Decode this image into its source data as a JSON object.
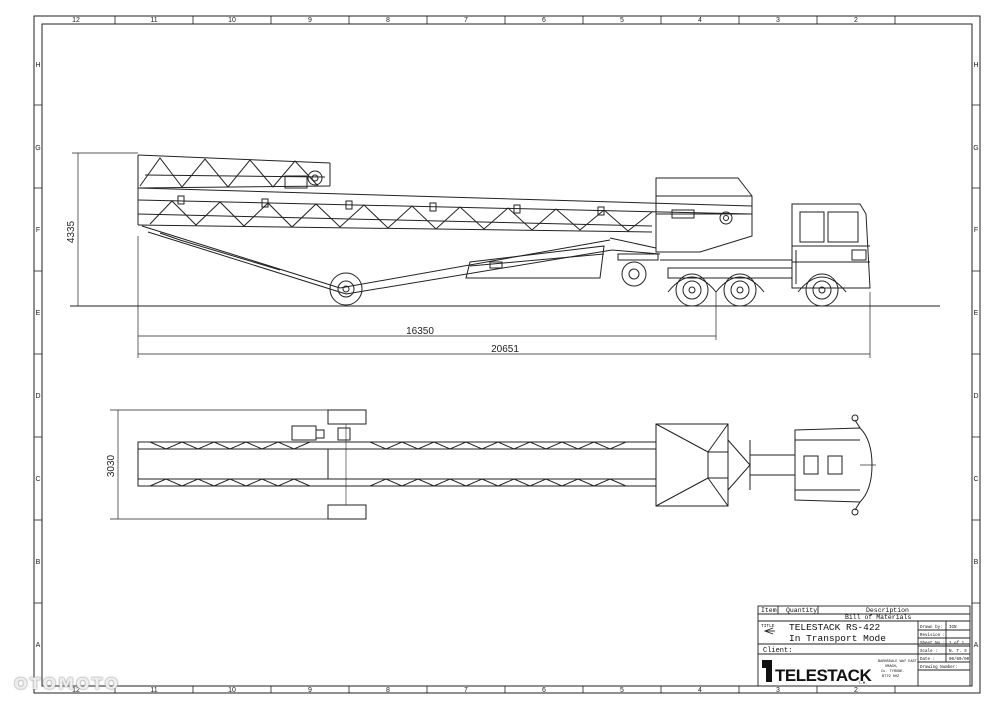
{
  "drawing": {
    "top_columns": [
      "12",
      "11",
      "10",
      "9",
      "8",
      "7",
      "6",
      "5",
      "4",
      "3",
      "2"
    ],
    "bottom_columns": [
      "12",
      "11",
      "10",
      "9",
      "8",
      "7",
      "6",
      "5",
      "4",
      "3",
      "2"
    ],
    "left_rows": [
      "H",
      "G",
      "F",
      "E",
      "D",
      "C",
      "B",
      "A"
    ],
    "right_rows": [
      "H",
      "G",
      "F",
      "E",
      "D",
      "C",
      "B",
      "A"
    ]
  },
  "dimensions": {
    "height_side": "4335",
    "length_axle": "16350",
    "length_total": "20651",
    "width_plan": "3030"
  },
  "title_block": {
    "header_item": "Item",
    "header_quantity": "Quantity",
    "header_description": "Description",
    "bill_of_materials": "Bill of Materials",
    "title_label": "TITLE",
    "title_line1": "TELESTACK  RS-422",
    "title_line2": "In Transport Mode",
    "client_label": "Client:",
    "logo_text": "TELESTACK",
    "tm": "T.M.",
    "address_line1": "BARNSDALE WAY EAST,",
    "address_line2": "OMAGH,",
    "address_line3": "Co. TYRONE.",
    "address_line4": "BT79 0HZ",
    "drawn_by_label": "Drawn by:",
    "drawn_by_value": "IGN",
    "revision_label": "Revision :",
    "revision_value": "",
    "sheet_label": "Sheet No :",
    "sheet_value": "1 of 1",
    "scale_label": "Scale :",
    "scale_value": "N. T. S",
    "date_label": "Date :",
    "date_value": "00/00/00",
    "drawing_number_label": "Drawing Number:"
  },
  "watermark": "OTOMOTO"
}
